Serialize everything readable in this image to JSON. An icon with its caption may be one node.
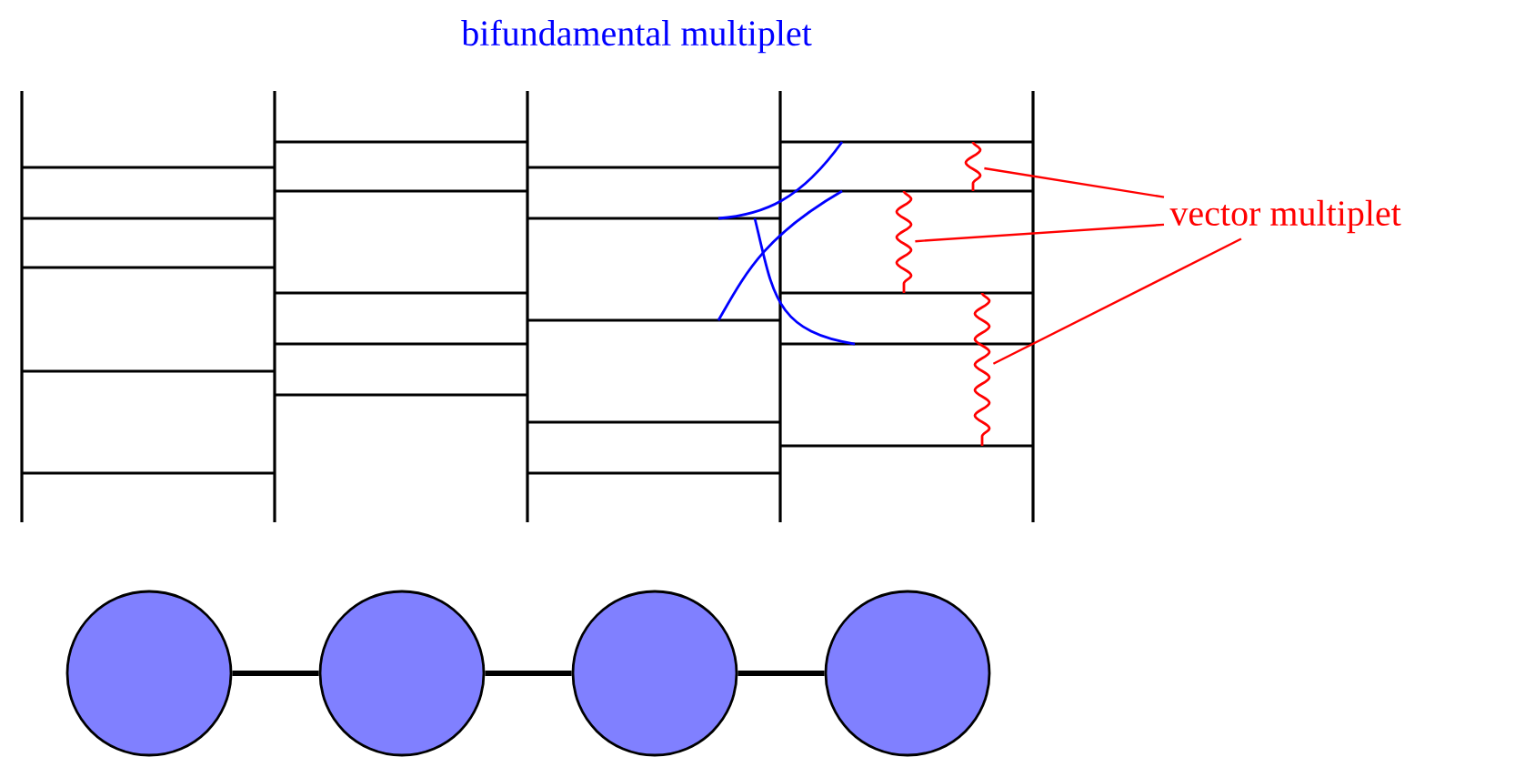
{
  "diagram": {
    "nodes": [
      {
        "text": [
          "vector multiplet"
        ]
      },
      {
        "text": [],
        "shape": "wave"
      },
      {
        "text": [],
        "shape": "wave"
      },
      {
        "text": [],
        "shape": "wave"
      },
      {
        "text": [],
        "shape": "circle"
      },
      {
        "text": [],
        "shape": "circle"
      },
      {
        "text": [],
        "shape": "circle"
      },
      {
        "text": [],
        "shape": "circle"
      }
    ],
    "edges": [
      {
        "from": 0,
        "to": 1,
        "arrow": "none",
        "color": "#ff0000"
      },
      {
        "from": 0,
        "to": 2,
        "arrow": "none",
        "color": "#ff0000"
      },
      {
        "from": 0,
        "to": 3,
        "arrow": "none",
        "color": "#ff0000"
      },
      {
        "from": 4,
        "to": 5,
        "arrow": "none",
        "style": "thick",
        "color": "#000000"
      },
      {
        "from": 5,
        "to": 6,
        "arrow": "none",
        "style": "thick",
        "color": "#000000"
      },
      {
        "from": 6,
        "to": 7,
        "arrow": "none",
        "style": "thick",
        "color": "#000000"
      }
    ],
    "labels": [
      "bifundamental multiplet"
    ]
  }
}
